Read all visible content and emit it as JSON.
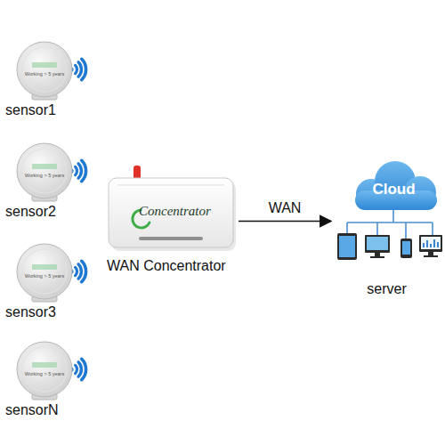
{
  "diagram": {
    "nodes": [
      {
        "text": [
          "Working > 5 years",
          "sensor1"
        ]
      },
      {
        "text": [
          "Working > 5 years",
          "sensor2"
        ]
      },
      {
        "text": [
          "Working > 5 years",
          "sensor3"
        ]
      },
      {
        "text": [
          "Working > 5 years",
          "sensorN"
        ]
      },
      {
        "text": [
          "Concentrator",
          "WAN Concentrator"
        ]
      },
      {
        "text": [
          "Cloud",
          "server"
        ]
      }
    ],
    "edges": [
      {
        "from": 4,
        "to": 5,
        "arrow": "to",
        "label": "WAN"
      }
    ]
  }
}
